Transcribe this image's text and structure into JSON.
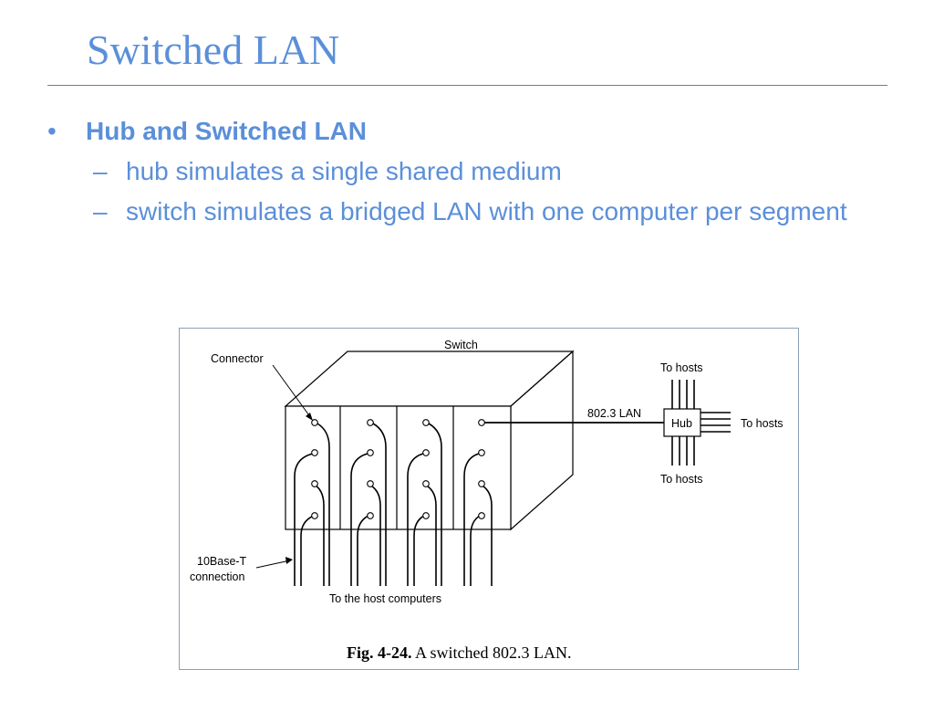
{
  "slide": {
    "title": "Switched LAN",
    "bullets": [
      {
        "marker": "•",
        "text": "Hub and Switched LAN",
        "sub": [
          {
            "marker": "–",
            "text": "hub simulates a single shared medium"
          },
          {
            "marker": "–",
            "text": "switch simulates a bridged LAN with one computer per segment"
          }
        ]
      }
    ]
  },
  "figure": {
    "labels": {
      "switch": "Switch",
      "connector": "Connector",
      "lan": "802.3 LAN",
      "hub": "Hub",
      "to_hosts_top": "To hosts",
      "to_hosts_right": "To hosts",
      "to_hosts_bottom": "To hosts",
      "tenbase_line1": "10Base-T",
      "tenbase_line2": "connection",
      "host_computers": "To the host computers"
    },
    "caption": {
      "fig_label": "Fig.  4-24.",
      "text": " A switched 802.3 LAN."
    }
  },
  "colors": {
    "title": "#5b8fd9",
    "bullet_text": "#5b8fd9",
    "rule": "#6e7f93",
    "figure_border": "#8da0b6"
  }
}
